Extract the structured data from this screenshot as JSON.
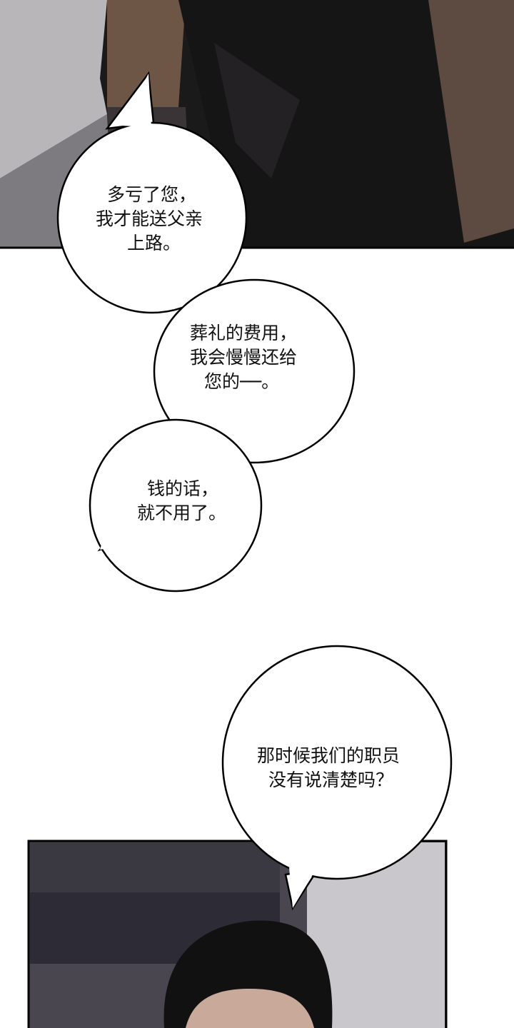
{
  "bubbles": [
    {
      "lines": [
        "多亏了您，",
        "我才能送父亲",
        "上路。"
      ]
    },
    {
      "lines": [
        "葬礼的费用，",
        "我会慢慢还给",
        "您的──。"
      ]
    },
    {
      "lines": [
        "钱的话，",
        "就不用了。"
      ]
    },
    {
      "lines": [
        "那时候我们的职员",
        "没有说清楚吗？"
      ]
    }
  ]
}
